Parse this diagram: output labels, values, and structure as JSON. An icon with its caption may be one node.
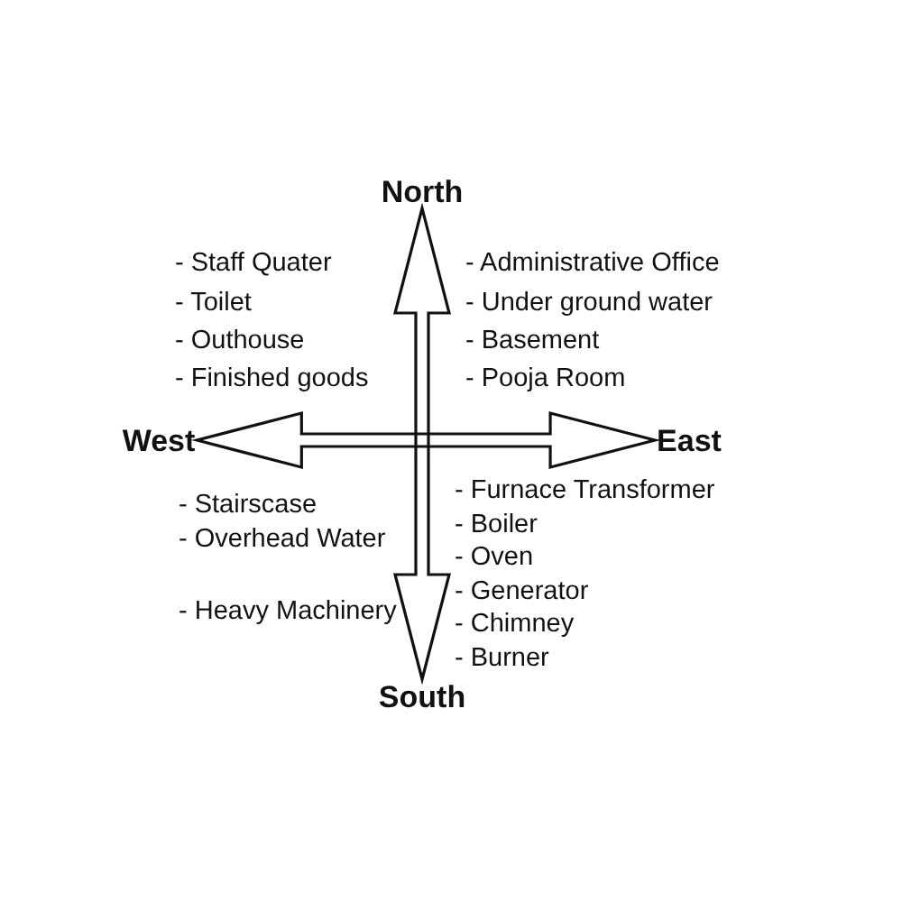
{
  "diagram": {
    "nodes": [
      {
        "text": [
          "North"
        ]
      },
      {
        "text": [
          "West"
        ]
      },
      {
        "text": [
          "East"
        ]
      },
      {
        "text": [
          "South"
        ]
      }
    ],
    "edges": [
      {
        "from": 0,
        "to": 3,
        "arrow": "both"
      },
      {
        "from": 1,
        "to": 2,
        "arrow": "both"
      }
    ],
    "labels": [
      "- Staff Quater",
      "- Toilet",
      "- Outhouse",
      "- Finished goods",
      "- Administrative Office",
      "- Under ground water",
      "- Basement",
      "- Pooja Room",
      "- Stairscase",
      "- Overhead Water",
      "- Heavy Machinery",
      "- Furnace Transformer",
      "- Boiler",
      "- Oven",
      "- Generator",
      "- Chimney",
      "- Burner"
    ]
  }
}
